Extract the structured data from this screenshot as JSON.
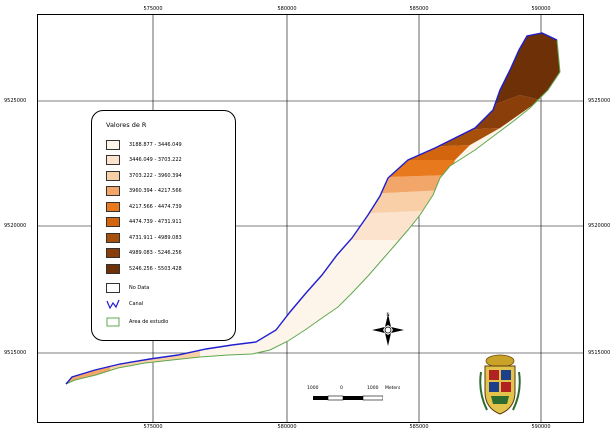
{
  "axes": {
    "x_ticks": [
      "575000",
      "580000",
      "585000",
      "590000"
    ],
    "y_ticks": [
      "9525000",
      "9520000",
      "9515000"
    ]
  },
  "legend": {
    "title": "Valores de R",
    "classes": [
      {
        "label": "3188.877 - 3446.049",
        "color": "#fdf4ea"
      },
      {
        "label": "3446.049 - 3703.222",
        "color": "#fce3cd"
      },
      {
        "label": "3703.222 - 3960.394",
        "color": "#f9cfa8"
      },
      {
        "label": "3960.394 - 4217.566",
        "color": "#f2a669"
      },
      {
        "label": "4217.566 - 4474.739",
        "color": "#e8791d"
      },
      {
        "label": "4474.739 - 4731.911",
        "color": "#d4650f"
      },
      {
        "label": "4731.911 - 4989.083",
        "color": "#a6500c"
      },
      {
        "label": "4989.083 - 5246.256",
        "color": "#8a3f0a"
      },
      {
        "label": "5246.256 - 5503.428",
        "color": "#6e3007"
      }
    ],
    "no_data_label": "No Data",
    "no_data_color": "#ffffff",
    "canal_label": "Canal",
    "canal_color": "#1f1fd0",
    "area_label": "Area de estudio",
    "area_color": "#5fa84f"
  },
  "scalebar": {
    "left_label": "1000",
    "mid_label": "0",
    "right_label": "1000",
    "unit_label": "Meters"
  },
  "north_arrow": {
    "label": "N"
  },
  "icons": {
    "north": "north-arrow-icon",
    "seal": "university-seal-icon"
  }
}
